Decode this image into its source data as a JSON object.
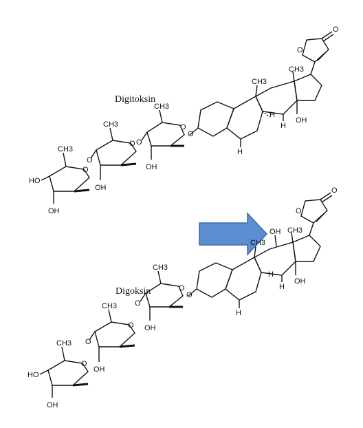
{
  "captions": {
    "top": "Digitoksin",
    "bottom": "Digoksin"
  },
  "labels": {
    "ring_oxygen": "O",
    "carbonyl_oxygen": "O",
    "methyl": "CH3",
    "hydroxyl": "OH",
    "hydroxyl_left": "HO",
    "hydrogen": "H"
  },
  "colors": {
    "arrow_fill": "#5b8fd1",
    "arrow_stroke": "#3e6aa8",
    "bond": "#111111"
  },
  "icons": {
    "arrow": "right-arrow-icon"
  }
}
